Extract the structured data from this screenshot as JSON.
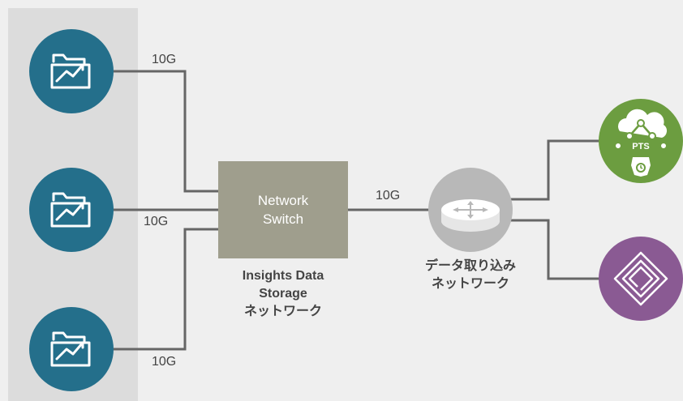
{
  "link_labels": {
    "server1_link": "10G",
    "server2_link": "10G",
    "server3_link": "10G",
    "router_link": "10G"
  },
  "network_switch": {
    "line1": "Network",
    "line2": "Switch"
  },
  "switch_caption": {
    "line1": "Insights Data",
    "line2": "Storage",
    "line3": "ネットワーク"
  },
  "router_caption": {
    "line1": "データ取り込み",
    "line2": "ネットワーク"
  },
  "pts_badge": "PTS",
  "icons": {
    "storage_servers": "folder-chart-icon",
    "router": "router-icon",
    "pts": "cloud-network-pts-icon",
    "purple": "diamond-logo-icon"
  },
  "colors": {
    "background": "#efefef",
    "storage_panel": "#dcdcdc",
    "server_circle": "#246f8b",
    "switch_box": "#9f9e8d",
    "router_circle": "#b8b8b8",
    "pts_circle": "#6c9d40",
    "purple_circle": "#8a5a93",
    "lines": "#666666"
  }
}
